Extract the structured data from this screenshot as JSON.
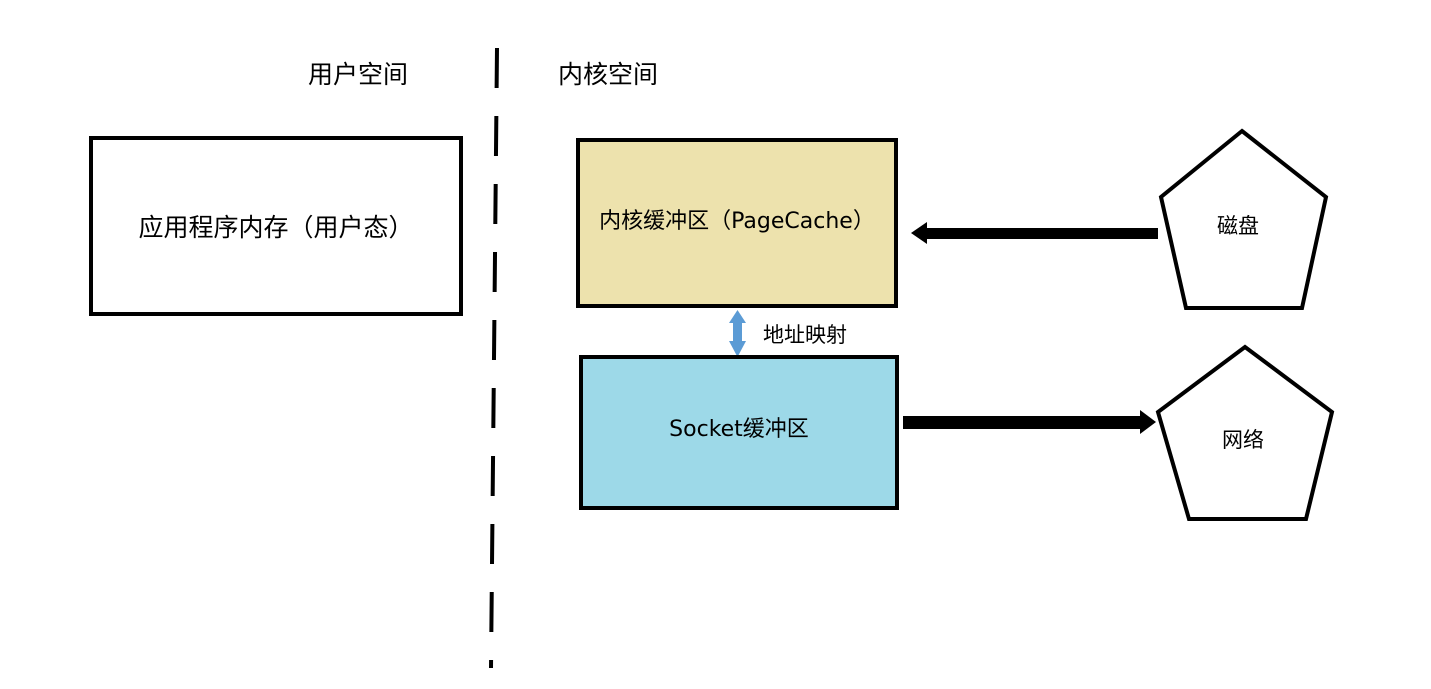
{
  "diagram": {
    "user_space_label": "用户空间",
    "kernel_space_label": "内核空间",
    "app_memory_label": "应用程序内存（用户态）",
    "page_cache_label": "内核缓冲区（PageCache）",
    "socket_buffer_label": "Socket缓冲区",
    "address_mapping_label": "地址映射",
    "disk_label": "磁盘",
    "network_label": "网络"
  },
  "colors": {
    "page_cache_fill": "#ede2ad",
    "socket_buffer_fill": "#9dd9e8",
    "mapping_arrow": "#5b9bd5",
    "stroke": "#000000"
  }
}
